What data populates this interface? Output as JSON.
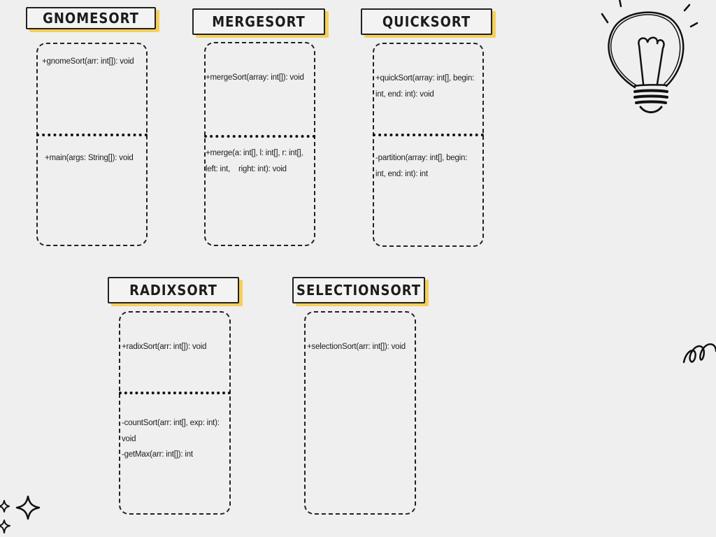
{
  "classes": {
    "gnome": {
      "name": "GNOMESORT",
      "m1": "+gnomeSort(arr: int[]): void",
      "m2": "+main(args: String[]): void"
    },
    "merge": {
      "name": "MERGESORT",
      "m1": "+mergeSort(array: int[]): void",
      "m2a": "+merge(a: int[], l: int[], r: int[],",
      "m2b": "left: int,    right: int): void"
    },
    "quick": {
      "name": "QUICKSORT",
      "m1a": "+quickSort(array: int[], begin:",
      "m1b": "int, end: int): void",
      "m2a": "-partition(array: int[], begin:",
      "m2b": "int, end: int): int"
    },
    "radix": {
      "name": "RADIXSORT",
      "m1": "+radixSort(arr: int[]): void",
      "m2a": "-countSort(arr: int[], exp: int):",
      "m2b": "void",
      "m3": "-getMax(arr: int[]): int"
    },
    "selection": {
      "name": "SELECTIONSORT",
      "m1": "+selectionSort(arr: int[]): void"
    }
  },
  "decor": {
    "top_right": "lightbulb-icon",
    "right_edge": "loop-squiggle-icon",
    "bottom_left": "sparkle-stars-icon"
  }
}
